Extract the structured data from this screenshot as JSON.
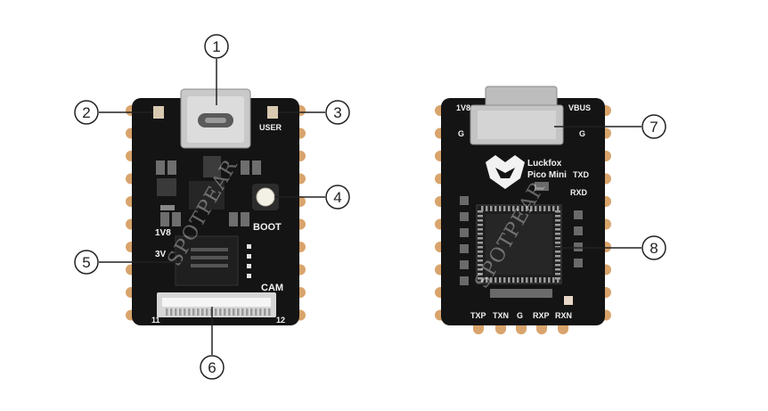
{
  "front": {
    "silkscreen": {
      "user": "USER",
      "boot": "BOOT",
      "cam": "CAM",
      "v18": "1V8",
      "v3": "3V",
      "pin_left": "11",
      "pin_right": "12"
    }
  },
  "back": {
    "silkscreen": {
      "v18": "1V8",
      "vbus": "VBUS",
      "brand": "Luckfox",
      "model": "Pico Mini",
      "txd": "TXD",
      "rxd": "RXD",
      "g_left": "G",
      "g_right": "G",
      "bottom_labels": [
        "TXP",
        "TXN",
        "G",
        "RXP",
        "RXN"
      ]
    }
  },
  "watermark": "SPOTPEAR",
  "callouts": [
    "1",
    "2",
    "3",
    "4",
    "5",
    "6",
    "7",
    "8"
  ],
  "colors": {
    "board": "#141414",
    "pad": "#d9a46c",
    "connector": "#c9c9c9",
    "silk": "#f2f2f2",
    "outline": "#222222"
  }
}
